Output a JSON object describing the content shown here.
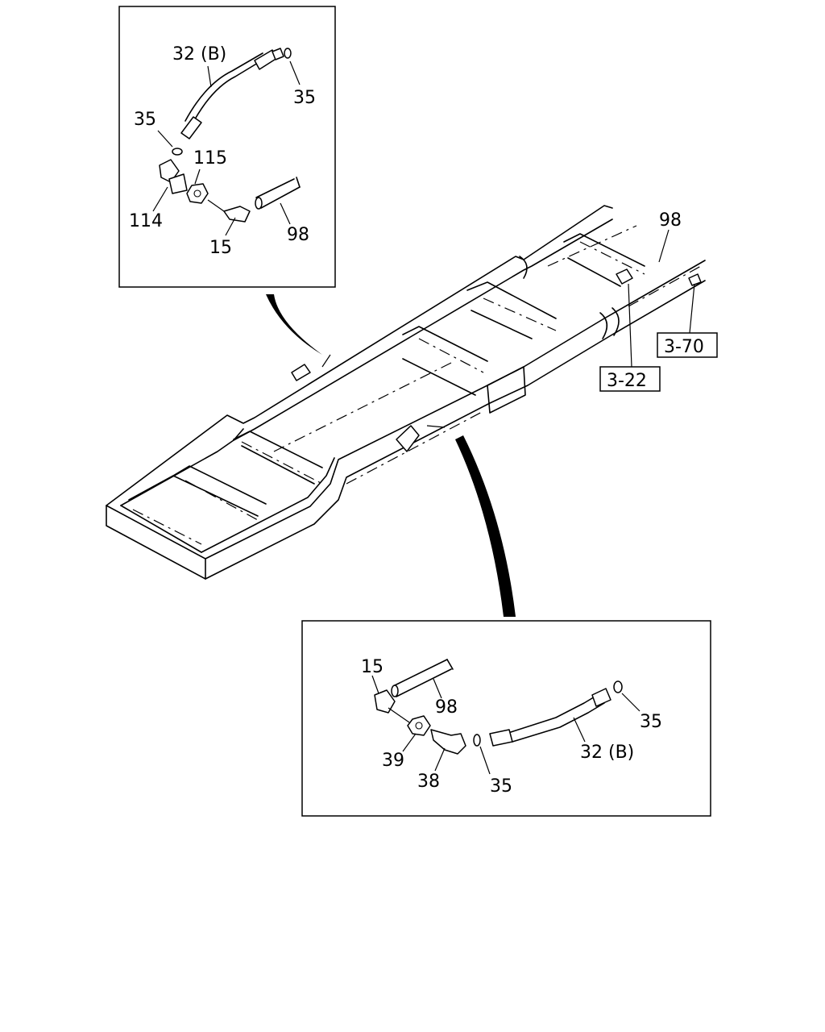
{
  "callouts": {
    "top": {
      "hose": "32 (B)",
      "washer_right": "35",
      "washer_left": "35",
      "nut": "115",
      "fitting": "114",
      "elbow": "15",
      "pipe": "98"
    },
    "bottom": {
      "elbow": "15",
      "pipe": "98",
      "nut": "39",
      "fitting": "38",
      "washer_mid": "35",
      "hose": "32 (B)",
      "washer_right": "35"
    },
    "frame": {
      "pipe": "98"
    }
  },
  "references": {
    "ref_a": "3-70",
    "ref_b": "3-22"
  }
}
